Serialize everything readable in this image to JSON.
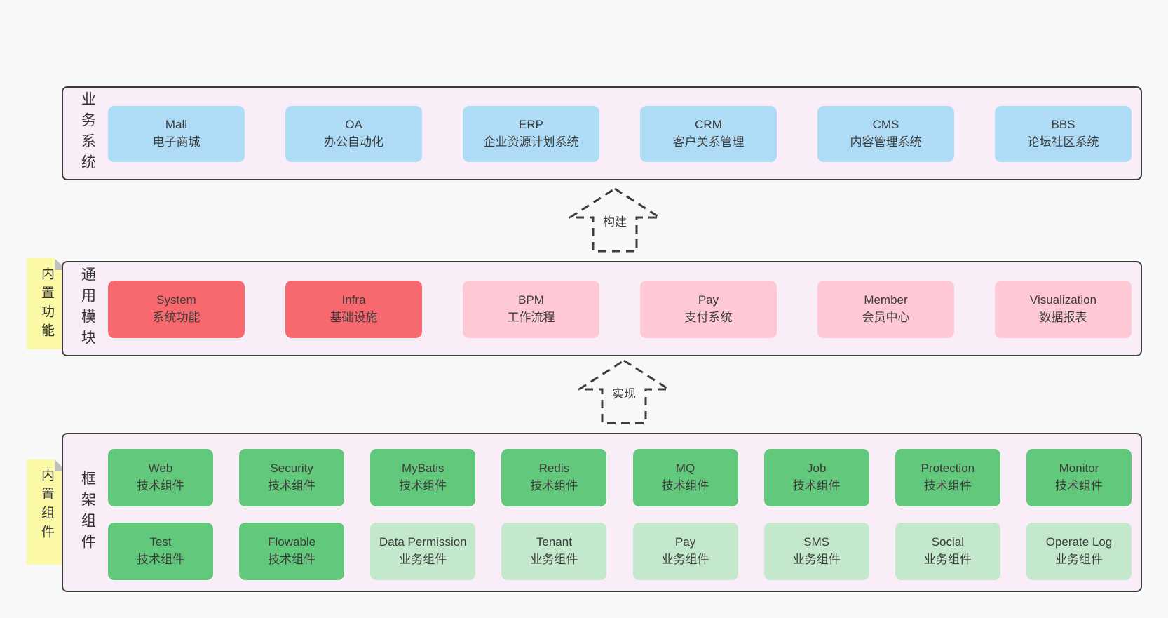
{
  "colors": {
    "page-bg": "#f8f8f8",
    "panel-bg": "#f9edf7",
    "panel-border": "#3c3c3c",
    "blue": "#aedcf7",
    "red": "#f7696e",
    "pink": "#fec9d4",
    "green": "#62c97c",
    "light-green": "#c3e8cc",
    "sticky-yellow": "#fbf9a6",
    "sticky-fold": "#bfbfbf",
    "text": "#3b3b3b"
  },
  "sections": {
    "business": {
      "label": "业务系统",
      "boxes": [
        {
          "en": "Mall",
          "zh": "电子商城"
        },
        {
          "en": "OA",
          "zh": "办公自动化"
        },
        {
          "en": "ERP",
          "zh": "企业资源计划系统"
        },
        {
          "en": "CRM",
          "zh": "客户关系管理"
        },
        {
          "en": "CMS",
          "zh": "内容管理系统"
        },
        {
          "en": "BBS",
          "zh": "论坛社区系统"
        }
      ]
    },
    "modules": {
      "label": "通用模块",
      "sticky": "内置功能",
      "boxes": [
        {
          "en": "System",
          "zh": "系统功能"
        },
        {
          "en": "Infra",
          "zh": "基础设施"
        },
        {
          "en": "BPM",
          "zh": "工作流程"
        },
        {
          "en": "Pay",
          "zh": "支付系统"
        },
        {
          "en": "Member",
          "zh": "会员中心"
        },
        {
          "en": "Visualization",
          "zh": "数据报表"
        }
      ]
    },
    "components": {
      "label": "框架组件",
      "sticky": "内置组件",
      "row1": [
        {
          "en": "Web",
          "zh": "技术组件"
        },
        {
          "en": "Security",
          "zh": "技术组件"
        },
        {
          "en": "MyBatis",
          "zh": "技术组件"
        },
        {
          "en": "Redis",
          "zh": "技术组件"
        },
        {
          "en": "MQ",
          "zh": "技术组件"
        },
        {
          "en": "Job",
          "zh": "技术组件"
        },
        {
          "en": "Protection",
          "zh": "技术组件"
        },
        {
          "en": "Monitor",
          "zh": "技术组件"
        }
      ],
      "row2": [
        {
          "en": "Test",
          "zh": "技术组件"
        },
        {
          "en": "Flowable",
          "zh": "技术组件"
        },
        {
          "en": "Data Permission",
          "zh": "业务组件"
        },
        {
          "en": "Tenant",
          "zh": "业务组件"
        },
        {
          "en": "Pay",
          "zh": "业务组件"
        },
        {
          "en": "SMS",
          "zh": "业务组件"
        },
        {
          "en": "Social",
          "zh": "业务组件"
        },
        {
          "en": "Operate Log",
          "zh": "业务组件"
        }
      ]
    }
  },
  "arrows": {
    "build": "构建",
    "implement": "实现"
  }
}
